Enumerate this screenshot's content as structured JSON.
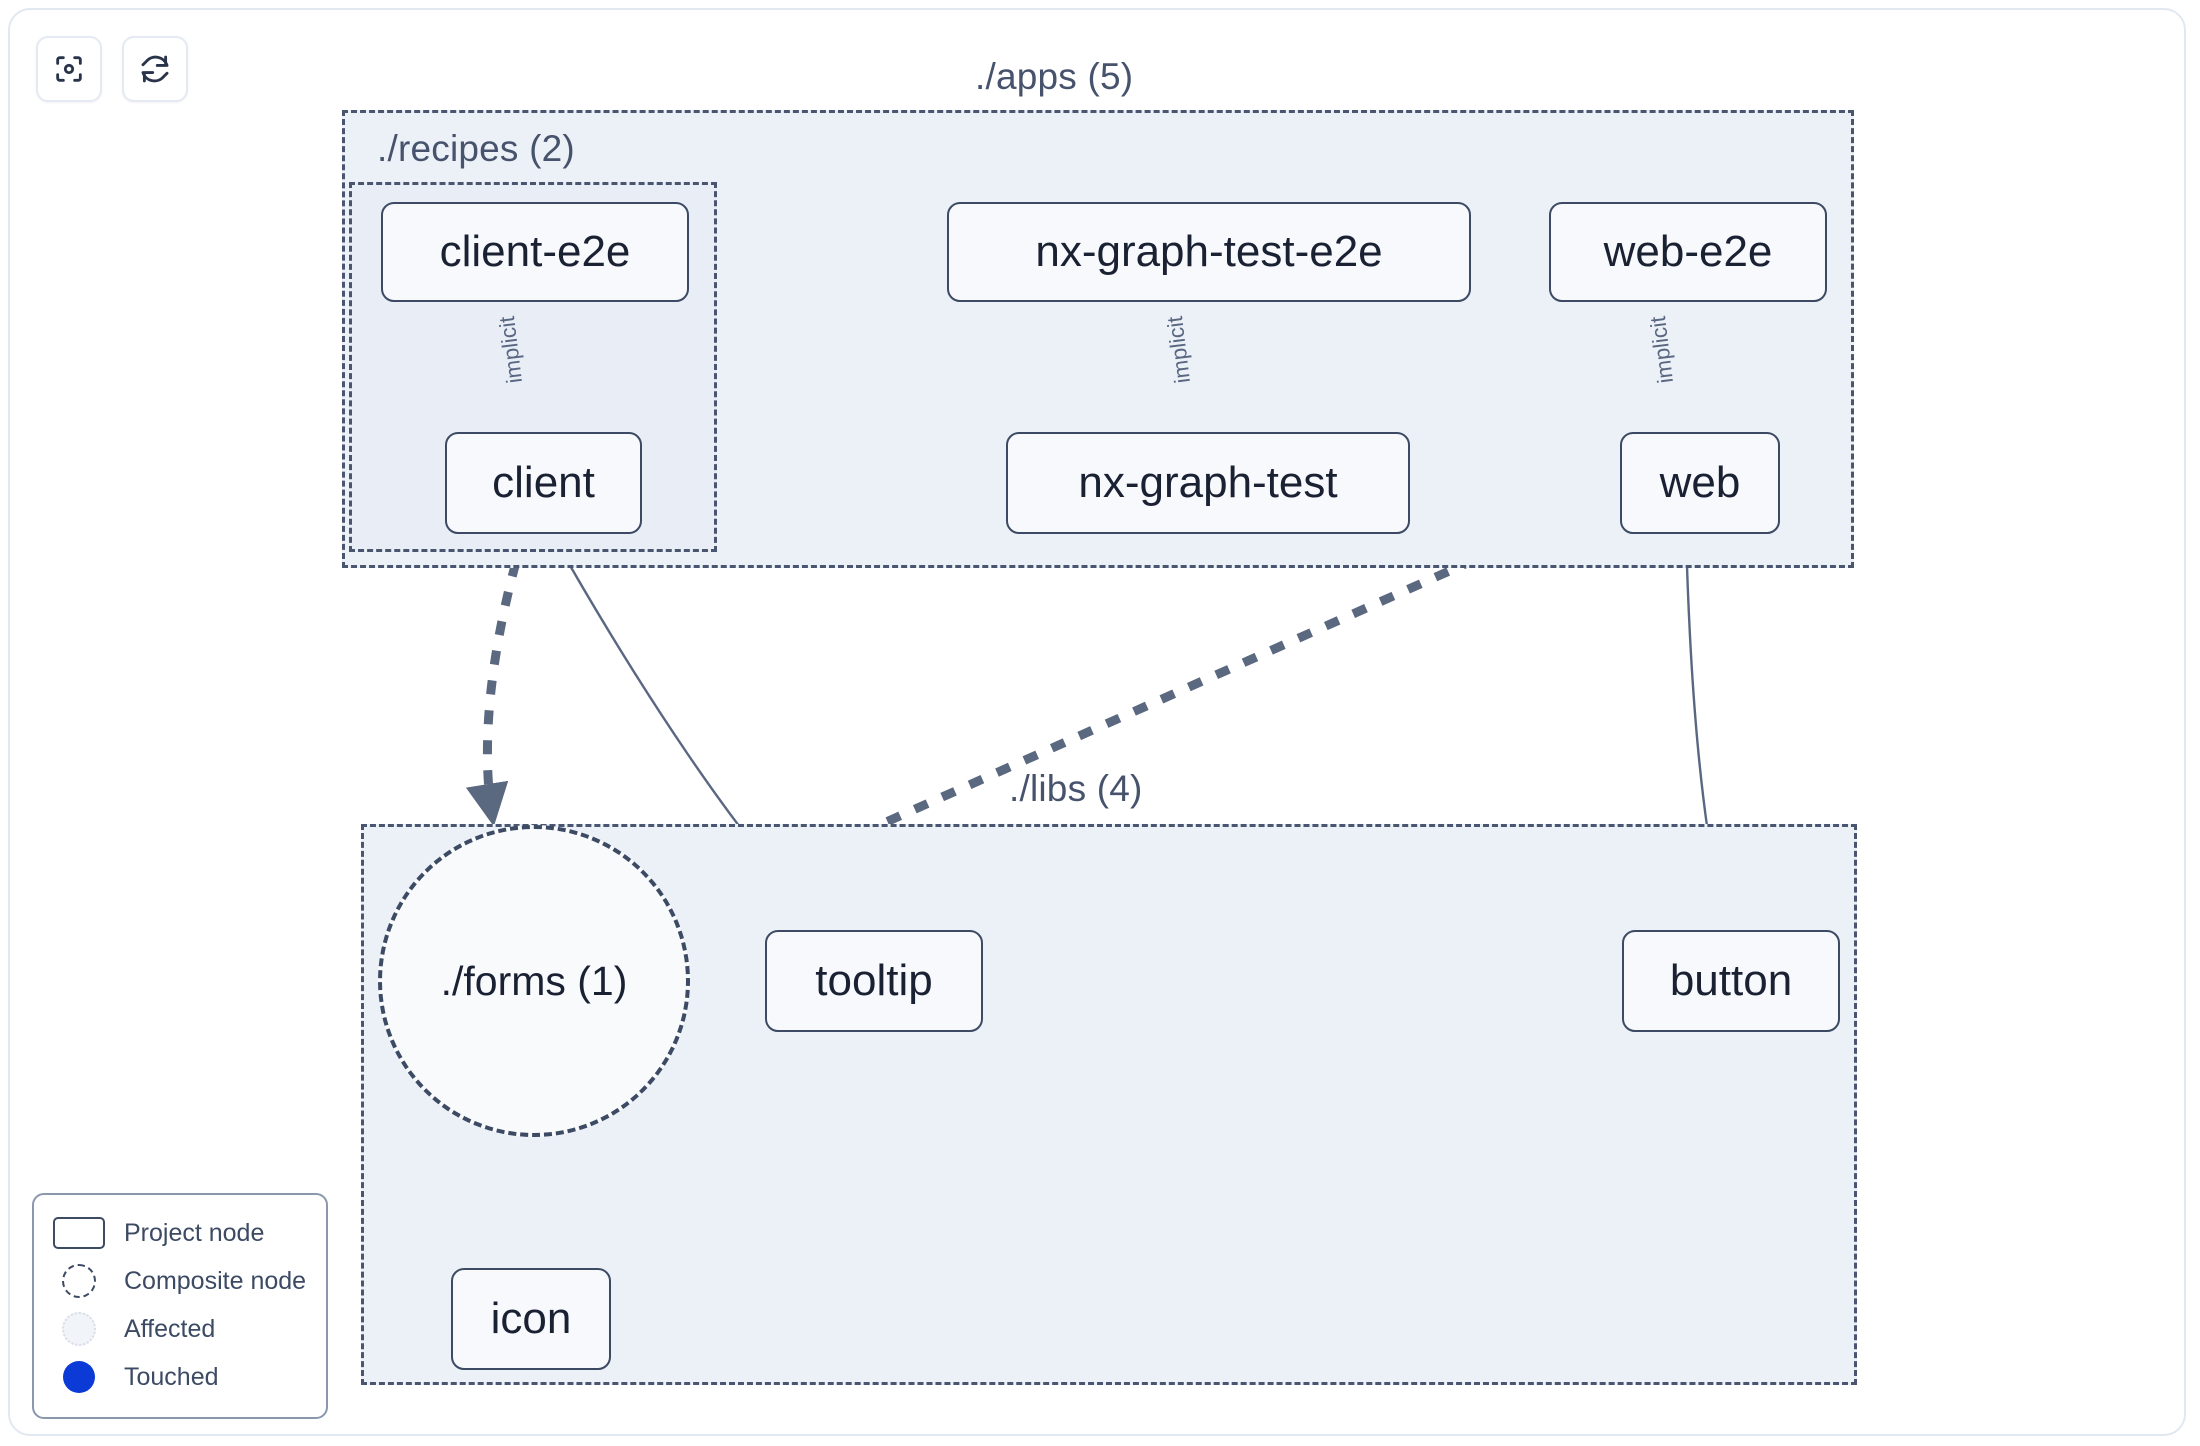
{
  "toolbar": {
    "buttons": [
      {
        "name": "focus-graph-button",
        "icon": "focus-target-icon",
        "title": "Focus graph"
      },
      {
        "name": "refresh-graph-button",
        "icon": "refresh-icon",
        "title": "Refresh graph"
      }
    ]
  },
  "groups": [
    {
      "id": "apps",
      "label": "./apps (5)",
      "count": 5
    },
    {
      "id": "recipes",
      "label": "./recipes (2)",
      "count": 2
    },
    {
      "id": "libs",
      "label": "./libs (4)",
      "count": 4
    }
  ],
  "nodes": [
    {
      "id": "client-e2e",
      "label": "client-e2e",
      "type": "project"
    },
    {
      "id": "nx-graph-test-e2e",
      "label": "nx-graph-test-e2e",
      "type": "project"
    },
    {
      "id": "web-e2e",
      "label": "web-e2e",
      "type": "project"
    },
    {
      "id": "client",
      "label": "client",
      "type": "project"
    },
    {
      "id": "nx-graph-test",
      "label": "nx-graph-test",
      "type": "project"
    },
    {
      "id": "web",
      "label": "web",
      "type": "project"
    },
    {
      "id": "forms",
      "label": "./forms (1)",
      "type": "composite"
    },
    {
      "id": "tooltip",
      "label": "tooltip",
      "type": "project"
    },
    {
      "id": "button",
      "label": "button",
      "type": "project"
    },
    {
      "id": "icon",
      "label": "icon",
      "type": "project"
    }
  ],
  "edges": [
    {
      "from": "client-e2e",
      "to": "client",
      "label": "implicit",
      "style": "solid"
    },
    {
      "from": "nx-graph-test-e2e",
      "to": "nx-graph-test",
      "label": "implicit",
      "style": "solid"
    },
    {
      "from": "web-e2e",
      "to": "web",
      "label": "implicit",
      "style": "solid"
    },
    {
      "from": "client",
      "to": "forms",
      "label": "",
      "style": "dashed"
    },
    {
      "from": "client",
      "to": "tooltip",
      "label": "",
      "style": "solid"
    },
    {
      "from": "web",
      "to": "forms",
      "label": "",
      "style": "dashed"
    },
    {
      "from": "web",
      "to": "button",
      "label": "",
      "style": "solid"
    },
    {
      "from": "forms",
      "to": "icon",
      "label": "",
      "style": "dashed"
    }
  ],
  "edge_labels": {
    "client_e2e": "implicit",
    "nx_graph_test_e2e": "implicit",
    "web_e2e": "implicit"
  },
  "legend": {
    "items": [
      {
        "id": "project-node",
        "label": "Project node",
        "swatch": "rect-outline"
      },
      {
        "id": "composite-node",
        "label": "Composite node",
        "swatch": "dashed-circle"
      },
      {
        "id": "affected",
        "label": "Affected",
        "swatch": "dotted-circle"
      },
      {
        "id": "touched",
        "label": "Touched",
        "swatch": "filled-circle"
      }
    ]
  },
  "colors": {
    "group_fill": "#ecf1f7",
    "group_border": "#4a5570",
    "node_fill": "#f7f9fc",
    "node_border": "#3c4a63",
    "node_text": "#1a2133",
    "edge": "#5a6782",
    "edge_dashed": "#5a6880",
    "touched": "#0b3ad6",
    "canvas_border": "#e2e8f0",
    "background": "#ffffff"
  }
}
